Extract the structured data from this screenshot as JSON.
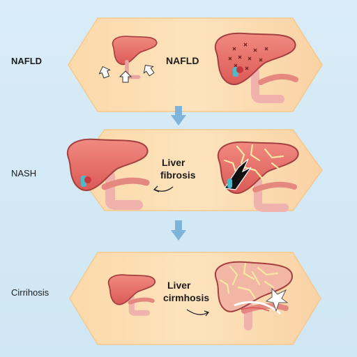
{
  "stages": [
    {
      "side_label": "NAFLD",
      "inner_label": [
        "NAFLD"
      ]
    },
    {
      "side_label": "NASH",
      "inner_label": [
        "Liver",
        "fibrosis"
      ]
    },
    {
      "side_label": "Cirrihosis",
      "inner_label": [
        "Liver",
        "cirmhosis"
      ]
    }
  ],
  "colors": {
    "panel": "#fbdcb0",
    "panel_edge": "#f6cf98",
    "liver": "#e76f68",
    "liver_edge": "#a33f3f",
    "arrow": "#7fb4da"
  }
}
